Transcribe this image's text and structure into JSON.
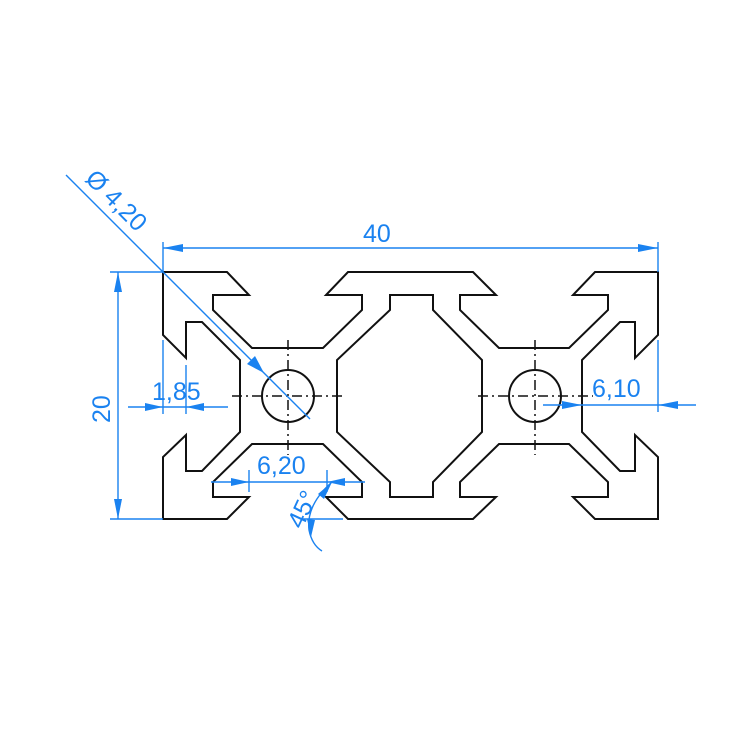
{
  "drawing": {
    "colors": {
      "outline": "#111111",
      "dimension": "#1a82f0"
    },
    "dimensions": {
      "width": "40",
      "height": "20",
      "hole_diameter_symbol": "Ø",
      "hole_diameter": "4,20",
      "wall_thickness": "1,85",
      "slot_width": "6,20",
      "slot_angle": "45°",
      "slot_depth": "6,10"
    }
  }
}
